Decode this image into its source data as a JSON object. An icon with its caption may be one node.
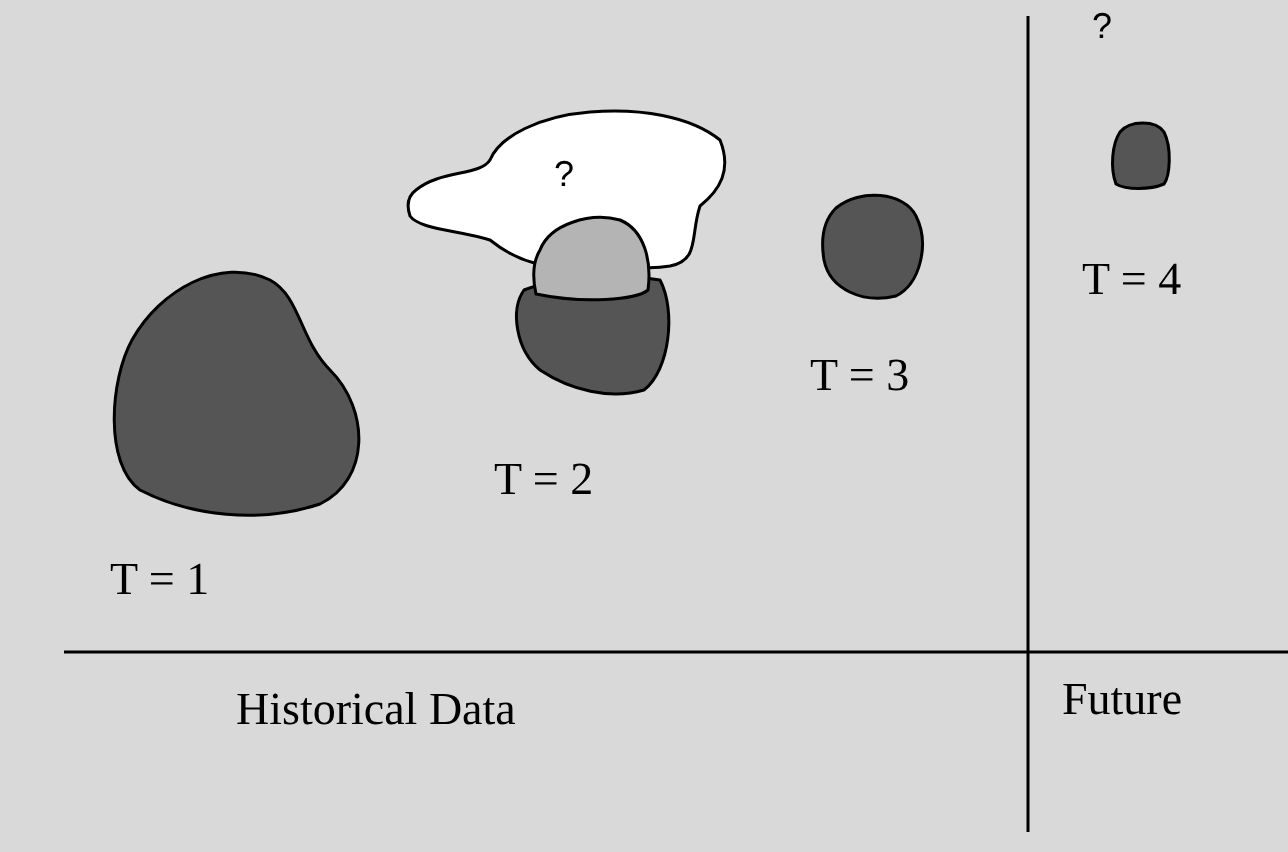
{
  "diagram": {
    "labels": [
      "T = 1",
      "?",
      "T = 2",
      "T = 3",
      "?",
      "T = 4",
      "Historical Data",
      "Future"
    ]
  }
}
